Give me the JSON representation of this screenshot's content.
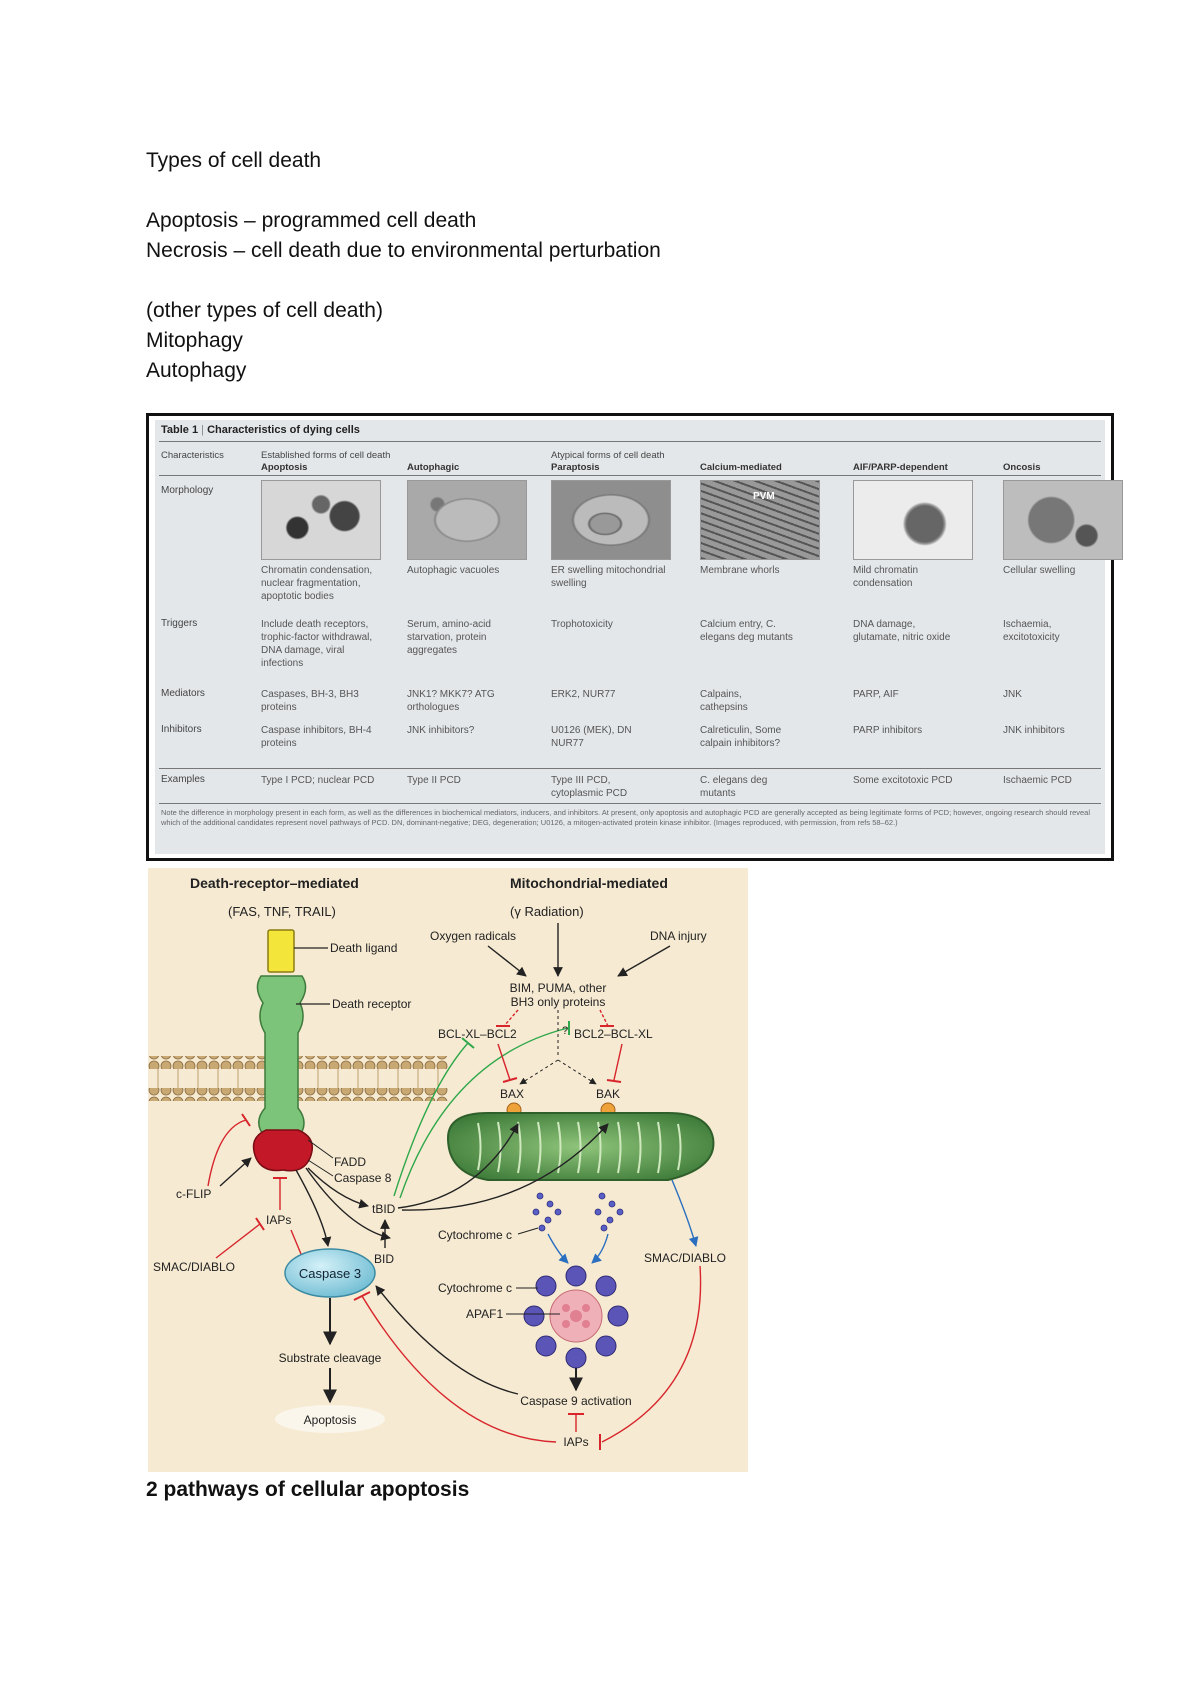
{
  "notes": {
    "heading": "Types of cell death",
    "line_apoptosis": "Apoptosis – programmed cell death",
    "line_necrosis": "Necrosis – cell death due to environmental perturbation",
    "line_other": "(other types of cell death)",
    "line_mitophagy": "Mitophagy",
    "line_autophagy": "Autophagy"
  },
  "table": {
    "title_num": "Table 1",
    "title_sep": "|",
    "title_text": "Characteristics of dying cells",
    "col_characteristics": "Characteristics",
    "group_established": "Established forms of cell death",
    "group_atypical": "Atypical forms of cell death",
    "columns": [
      "Apoptosis",
      "Autophagic",
      "Paraptosis",
      "Calcium-mediated",
      "AIF/PARP-dependent",
      "Oncosis"
    ],
    "rows": {
      "morphology": "Morphology",
      "triggers": "Triggers",
      "mediators": "Mediators",
      "inhibitors": "Inhibitors",
      "examples": "Examples"
    },
    "pvm_label": "PVM",
    "morphology": [
      "Chromatin condensation, nuclear fragmentation, apoptotic bodies",
      "Autophagic vacuoles",
      "ER swelling mitochondrial swelling",
      "Membrane whorls",
      "Mild chromatin condensation",
      "Cellular swelling"
    ],
    "triggers": [
      "Include death receptors, trophic-factor withdrawal, DNA damage, viral infections",
      "Serum, amino-acid starvation, protein aggregates",
      "Trophotoxicity",
      "Calcium entry, C. elegans deg mutants",
      "DNA damage, glutamate, nitric oxide",
      "Ischaemia, excitotoxicity"
    ],
    "mediators": [
      "Caspases, BH-3, BH3 proteins",
      "JNK1? MKK7? ATG orthologues",
      "ERK2, NUR77",
      "Calpains, cathepsins",
      "PARP, AIF",
      "JNK"
    ],
    "inhibitors": [
      "Caspase inhibitors, BH-4 proteins",
      "JNK inhibitors?",
      "U0126 (MEK), DN NUR77",
      "Calreticulin, Some calpain inhibitors?",
      "PARP inhibitors",
      "JNK inhibitors"
    ],
    "examples": [
      "Type I PCD; nuclear PCD",
      "Type II PCD",
      "Type III PCD, cytoplasmic PCD",
      "C. elegans deg mutants",
      "Some excitotoxic PCD",
      "Ischaemic PCD"
    ],
    "footnote": "Note the difference in morphology present in each form, as well as the differences in biochemical mediators, inducers, and inhibitors. At present, only apoptosis and autophagic PCD are generally accepted as being legitimate forms of PCD; however, ongoing research should reveal which of the additional candidates represent novel pathways of PCD. DN, dominant-negative; DEG, degeneration; U0126, a mitogen-activated protein kinase inhibitor. (Images reproduced, with permission, from refs 58–62.)"
  },
  "diagram": {
    "title_left": "Death-receptor–mediated",
    "title_right": "Mitochondrial-mediated",
    "ligands": "(FAS, TNF, TRAIL)",
    "death_ligand": "Death ligand",
    "death_receptor": "Death receptor",
    "fadd": "FADD",
    "caspase8": "Caspase 8",
    "cflip": "c-FLIP",
    "iaps_left": "IAPs",
    "smac_left": "SMAC/DIABLO",
    "caspase3": "Caspase 3",
    "substrate": "Substrate cleavage",
    "apoptosis": "Apoptosis",
    "tbid": "tBID",
    "bid": "BID",
    "radiation": "(γ Radiation)",
    "oxygen": "Oxygen radicals",
    "dna": "DNA injury",
    "bh3_1": "BIM, PUMA, other",
    "bh3_2": "BH3 only proteins",
    "bclxl_bcl2": "BCL-XL–BCL2",
    "bcl2_bclxl": "BCL2–BCL-XL",
    "question": "?",
    "bax": "BAX",
    "bak": "BAK",
    "cytc1": "Cytochrome c",
    "cytc2": "Cytochrome c",
    "smac_right": "SMAC/DIABLO",
    "apaf1": "APAF1",
    "caspase9": "Caspase 9 activation",
    "iaps_right": "IAPs"
  },
  "caption": "2 pathways of cellular apoptosis"
}
